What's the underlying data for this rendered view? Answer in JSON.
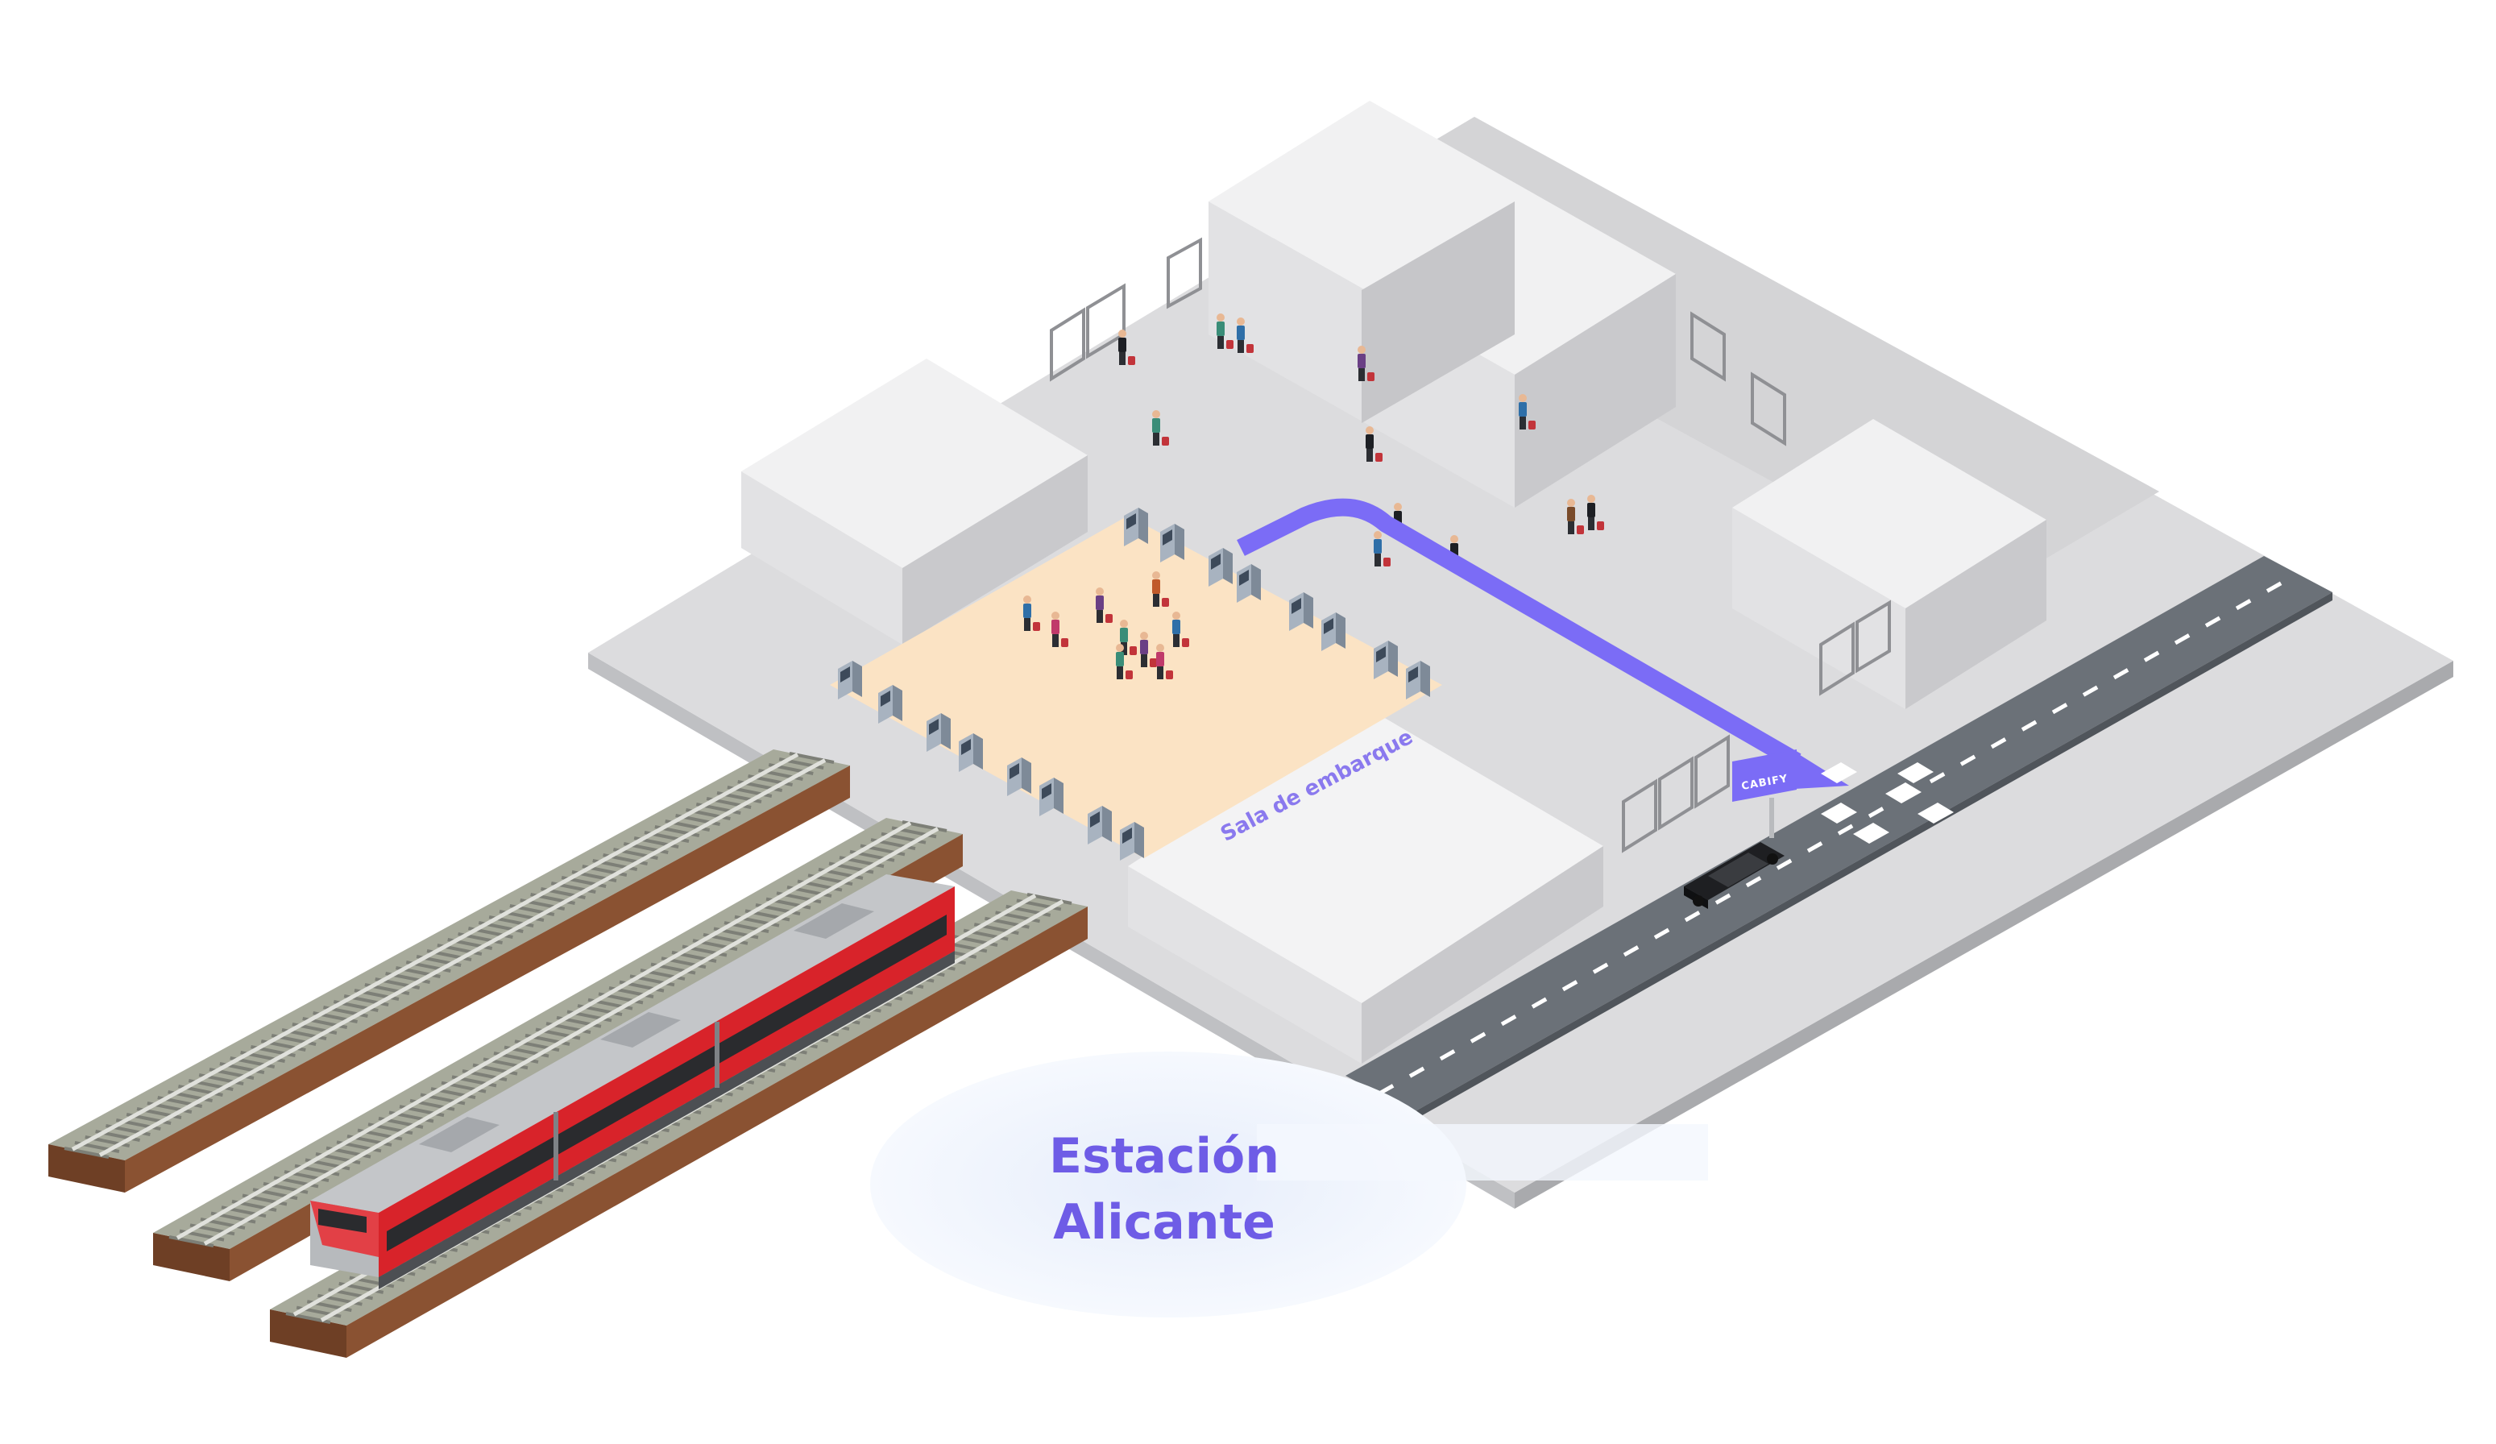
{
  "station": {
    "title_line1": "Estación",
    "title_line2": "Alicante"
  },
  "boarding_hall": {
    "label": "Sala de embarque"
  },
  "taxi_sign": {
    "label": "CABIFY"
  },
  "colors": {
    "accent": "#7b6cf6",
    "boarding_floor": "#fbe3c4",
    "road": "#6b7178",
    "train": "#d8232a",
    "ground": "#dcdcde"
  }
}
